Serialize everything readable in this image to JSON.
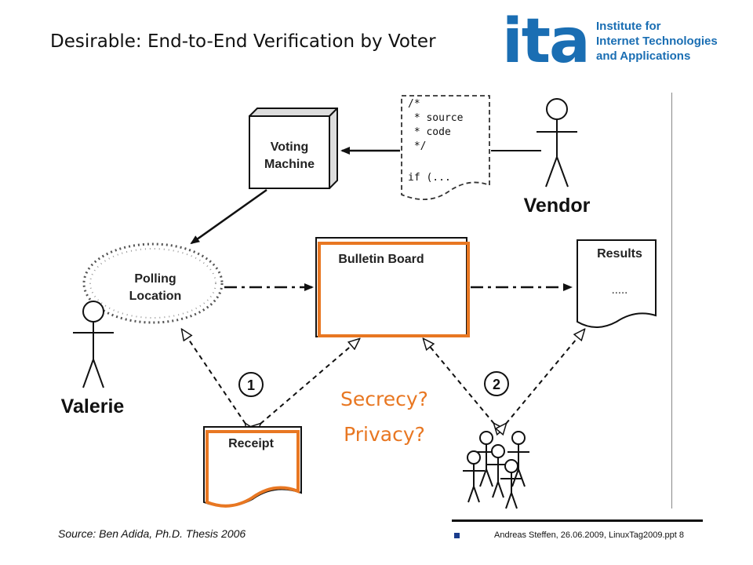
{
  "slide": {
    "title": "Desirable: End-to-End Verification by Voter"
  },
  "logo": {
    "mark": "ita",
    "lines": [
      "Institute for",
      "Internet Technologies",
      "and Applications"
    ],
    "color": "#1a6eb3"
  },
  "diagram": {
    "voting_machine": [
      "Voting",
      "Machine"
    ],
    "source_code": [
      "/*",
      " * source",
      " * code",
      " */",
      "if (..."
    ],
    "vendor": "Vendor",
    "polling_location": [
      "Polling",
      "Location"
    ],
    "bulletin_board": "Bulletin Board",
    "results": "Results",
    "results_dots": ".....",
    "voter": "Valerie",
    "receipt": "Receipt",
    "step1": "1",
    "step2": "2",
    "secrecy": "Secrecy?",
    "privacy": "Privacy?",
    "accent_color": "#e87722"
  },
  "footer": {
    "source": "Source:  Ben Adida, Ph.D. Thesis 2006",
    "credit": "Andreas Steffen, 26.06.2009, LinuxTag2009.ppt 8"
  }
}
